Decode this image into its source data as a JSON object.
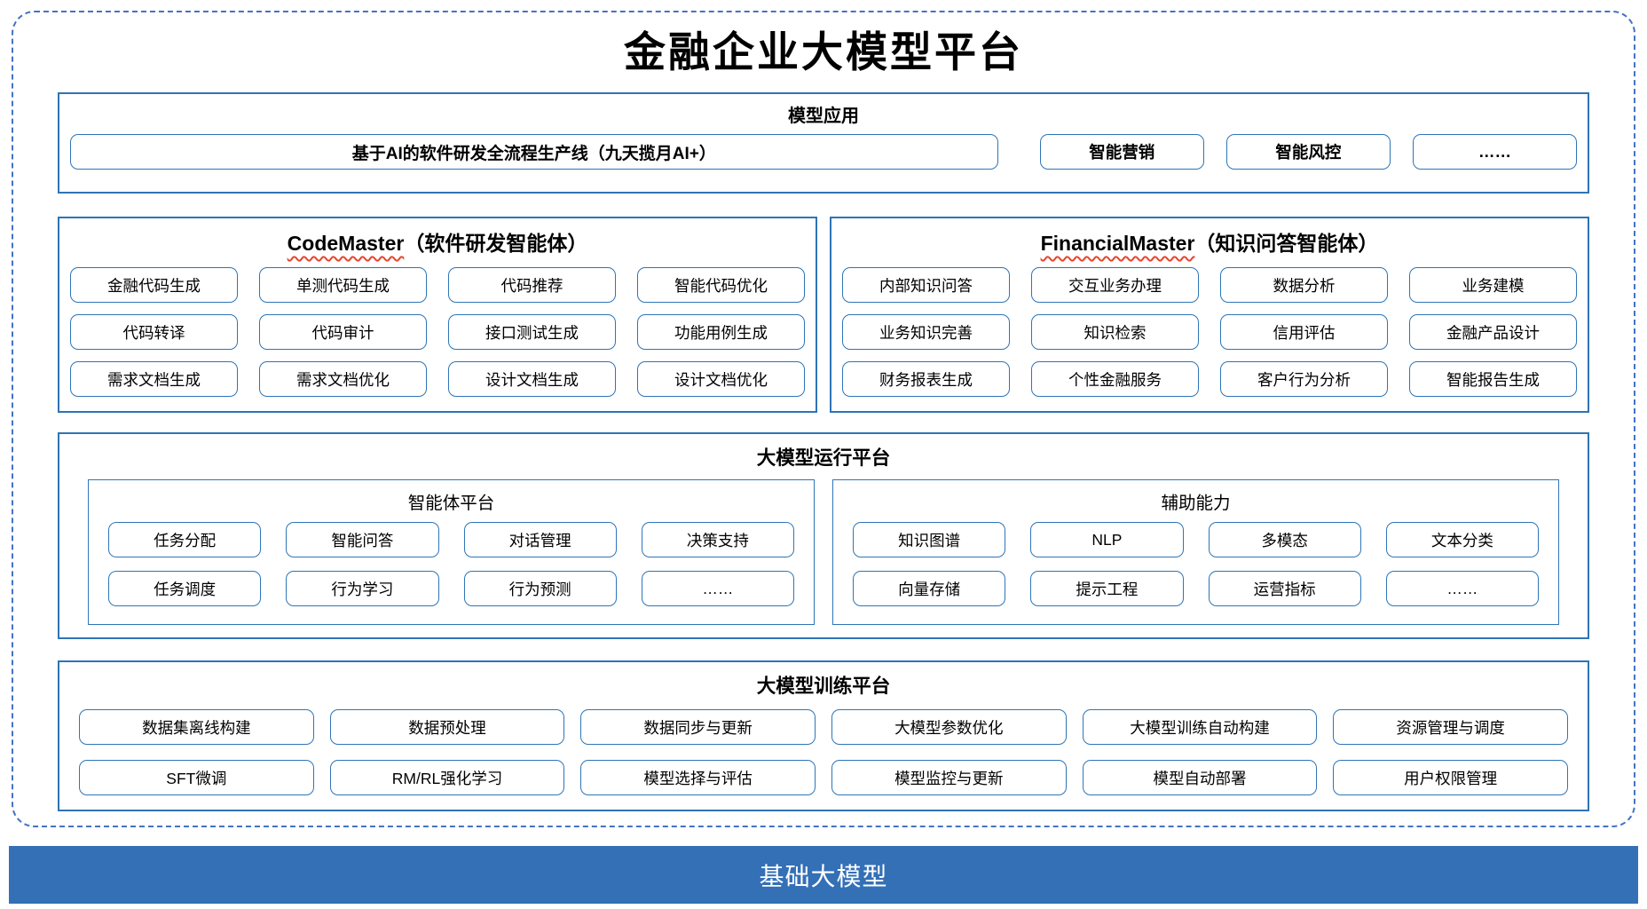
{
  "page": {
    "title": "金融企业大模型平台"
  },
  "colors": {
    "section_border": "#2E74B5",
    "chip_border": "#2E75B6",
    "outer_dashed": "#4472C4",
    "spellcheck_wavy": "#E8442E",
    "base_bar_bg": "#3470B6",
    "base_bar_text": "#FFFFFF"
  },
  "sections": {
    "model_app": {
      "title": "模型应用",
      "main_item": "基于AI的软件研发全流程生产线（九天揽月AI+）",
      "items": [
        "智能营销",
        "智能风控",
        "……"
      ]
    },
    "code_master": {
      "title_en": "CodeMaster",
      "title_zh": "（软件研发智能体）",
      "items": [
        "金融代码生成",
        "单测代码生成",
        "代码推荐",
        "智能代码优化",
        "代码转译",
        "代码审计",
        "接口测试生成",
        "功能用例生成",
        "需求文档生成",
        "需求文档优化",
        "设计文档生成",
        "设计文档优化"
      ]
    },
    "financial_master": {
      "title_en": "FinancialMaster",
      "title_zh": "（知识问答智能体）",
      "items": [
        "内部知识问答",
        "交互业务办理",
        "数据分析",
        "业务建模",
        "业务知识完善",
        "知识检索",
        "信用评估",
        "金融产品设计",
        "财务报表生成",
        "个性金融服务",
        "客户行为分析",
        "智能报告生成"
      ]
    },
    "runtime": {
      "title": "大模型运行平台",
      "groups": [
        {
          "title": "智能体平台",
          "items": [
            "任务分配",
            "智能问答",
            "对话管理",
            "决策支持",
            "任务调度",
            "行为学习",
            "行为预测",
            "……"
          ]
        },
        {
          "title": "辅助能力",
          "items": [
            "知识图谱",
            "NLP",
            "多模态",
            "文本分类",
            "向量存储",
            "提示工程",
            "运营指标",
            "……"
          ]
        }
      ]
    },
    "training": {
      "title": "大模型训练平台",
      "items": [
        "数据集离线构建",
        "数据预处理",
        "数据同步与更新",
        "大模型参数优化",
        "大模型训练自动构建",
        "资源管理与调度",
        "SFT微调",
        "RM/RL强化学习",
        "模型选择与评估",
        "模型监控与更新",
        "模型自动部署",
        "用户权限管理"
      ]
    },
    "base_model": {
      "title": "基础大模型"
    }
  }
}
